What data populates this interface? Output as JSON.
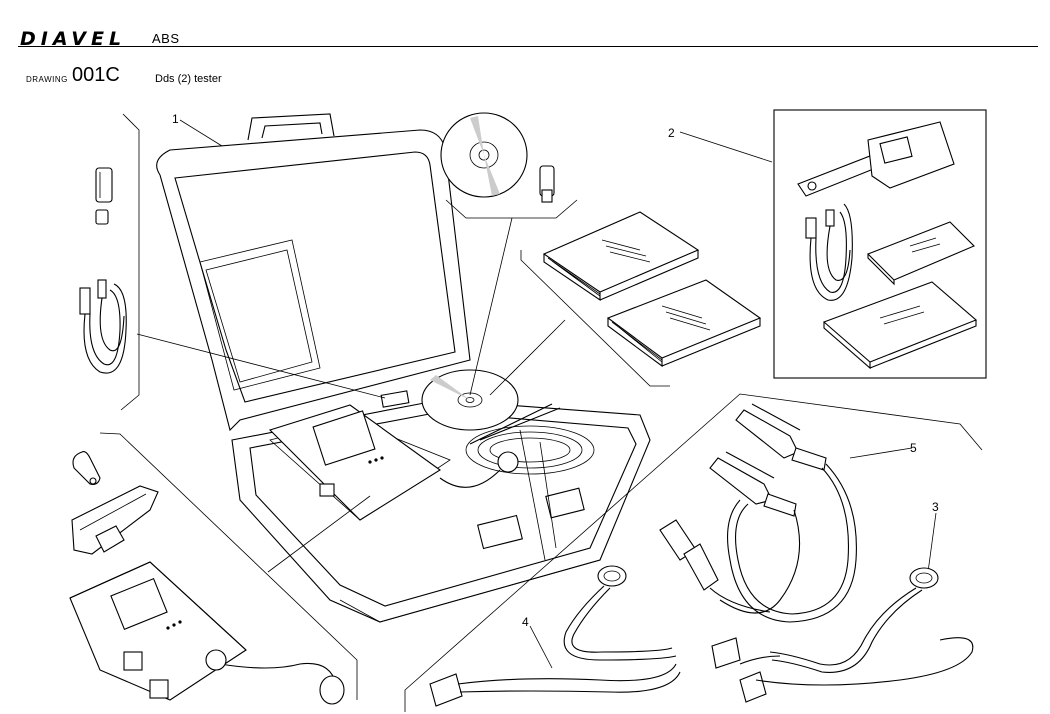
{
  "header": {
    "brand": "DIAVEL",
    "section": "ABS",
    "drawing_label": "DRAWING",
    "drawing_number": "001C",
    "drawing_title": "Dds (2) tester"
  },
  "callouts": [
    "1",
    "2",
    "3",
    "4",
    "5"
  ]
}
